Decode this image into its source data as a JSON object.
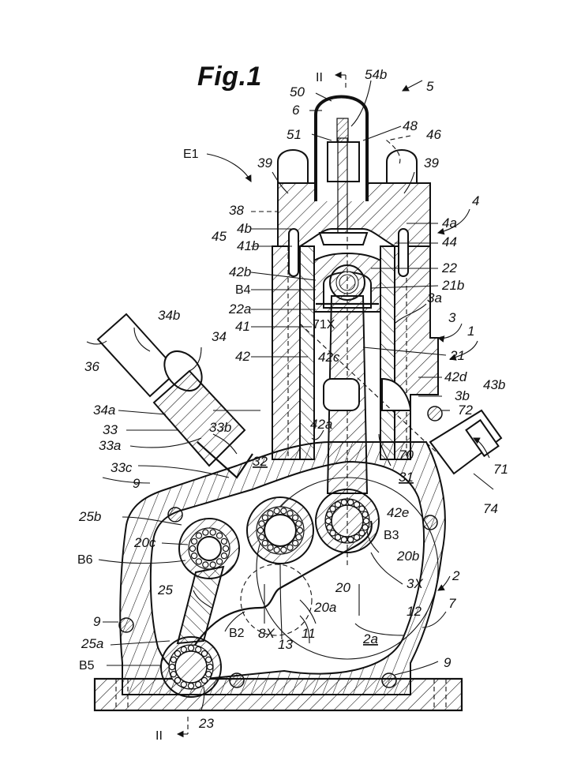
{
  "figure": {
    "title": "Fig.1",
    "section_marker_top": "II",
    "section_marker_bottom": "II"
  },
  "labels": {
    "l54b": "54b",
    "l5": "5",
    "l50": "50",
    "l6": "6",
    "l51": "51",
    "l48": "48",
    "l46": "46",
    "lE1": "E1",
    "l39a": "39",
    "l39b": "39",
    "l38": "38",
    "l4": "4",
    "l4a": "4a",
    "l45": "45",
    "l4b": "4b",
    "l41b": "41b",
    "l44": "44",
    "l42b": "42b",
    "l22": "22",
    "lB4": "B4",
    "l21b": "21b",
    "l22a": "22a",
    "l3a": "3a",
    "l41": "41",
    "l71X": "71X",
    "l3": "3",
    "l1": "1",
    "l34b": "34b",
    "l34": "34",
    "l36": "36",
    "l42": "42",
    "l42c": "42c",
    "l21": "21",
    "l42d": "42d",
    "l43b": "43b",
    "l3b": "3b",
    "l34a": "34a",
    "l72": "72",
    "l33": "33",
    "l33b": "33b",
    "l42a": "42a",
    "l33a": "33a",
    "l32": "32",
    "l70": "70",
    "l71": "71",
    "l33c": "33c",
    "l31": "31",
    "l9a": "9",
    "l74": "74",
    "l25b": "25b",
    "l42e": "42e",
    "l20c": "20c",
    "lB3": "B3",
    "l20b": "20b",
    "lB6": "B6",
    "l2": "2",
    "l3X": "3X",
    "l20": "20",
    "l20a": "20a",
    "l25": "25",
    "l7": "7",
    "lB2": "B2",
    "l8X": "8X",
    "l11": "11",
    "l12": "12",
    "l13": "13",
    "l9b": "9",
    "l25a": "25a",
    "l2a": "2a",
    "lB5": "B5",
    "l9c": "9",
    "l23": "23"
  }
}
